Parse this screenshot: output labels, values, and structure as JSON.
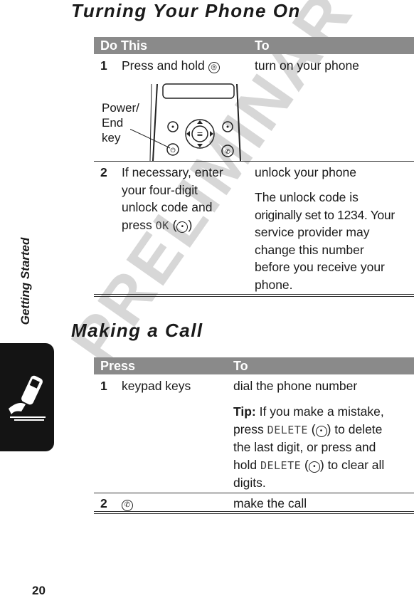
{
  "side_label": "Getting Started",
  "watermark": "PRELIMINARY",
  "page_number": "20",
  "section1": {
    "title": "Turning Your Phone On",
    "col1": "Do This",
    "col2": "To",
    "row1": {
      "num": "1",
      "action": "Press and hold",
      "action_icon": "power-end-key-icon",
      "result": "turn on your phone",
      "callout": [
        "Power/",
        "End",
        "key"
      ]
    },
    "row2": {
      "num": "2",
      "action_lines": [
        "If necessary, enter",
        "your four-digit",
        "unlock code and"
      ],
      "press": "press",
      "softkey": "OK",
      "result1": "unlock your phone",
      "result2_lines": [
        "The unlock code is",
        "originally set to 1234. Your",
        "service provider may",
        "change this number",
        "before you receive your",
        "phone."
      ]
    }
  },
  "section2": {
    "title": "Making a Call",
    "col1": "Press",
    "col2": "To",
    "row1": {
      "num": "1",
      "action": "keypad keys",
      "result": "dial the phone number",
      "tip_label": "Tip:",
      "tip_lines": [
        "If you make a mistake,",
        "press",
        "to delete",
        "the last digit, or press and",
        "hold",
        "to clear all",
        "digits."
      ],
      "softkey": "DELETE"
    },
    "row2": {
      "num": "2",
      "action_icon": "send-key-icon",
      "result": "make the call"
    }
  }
}
